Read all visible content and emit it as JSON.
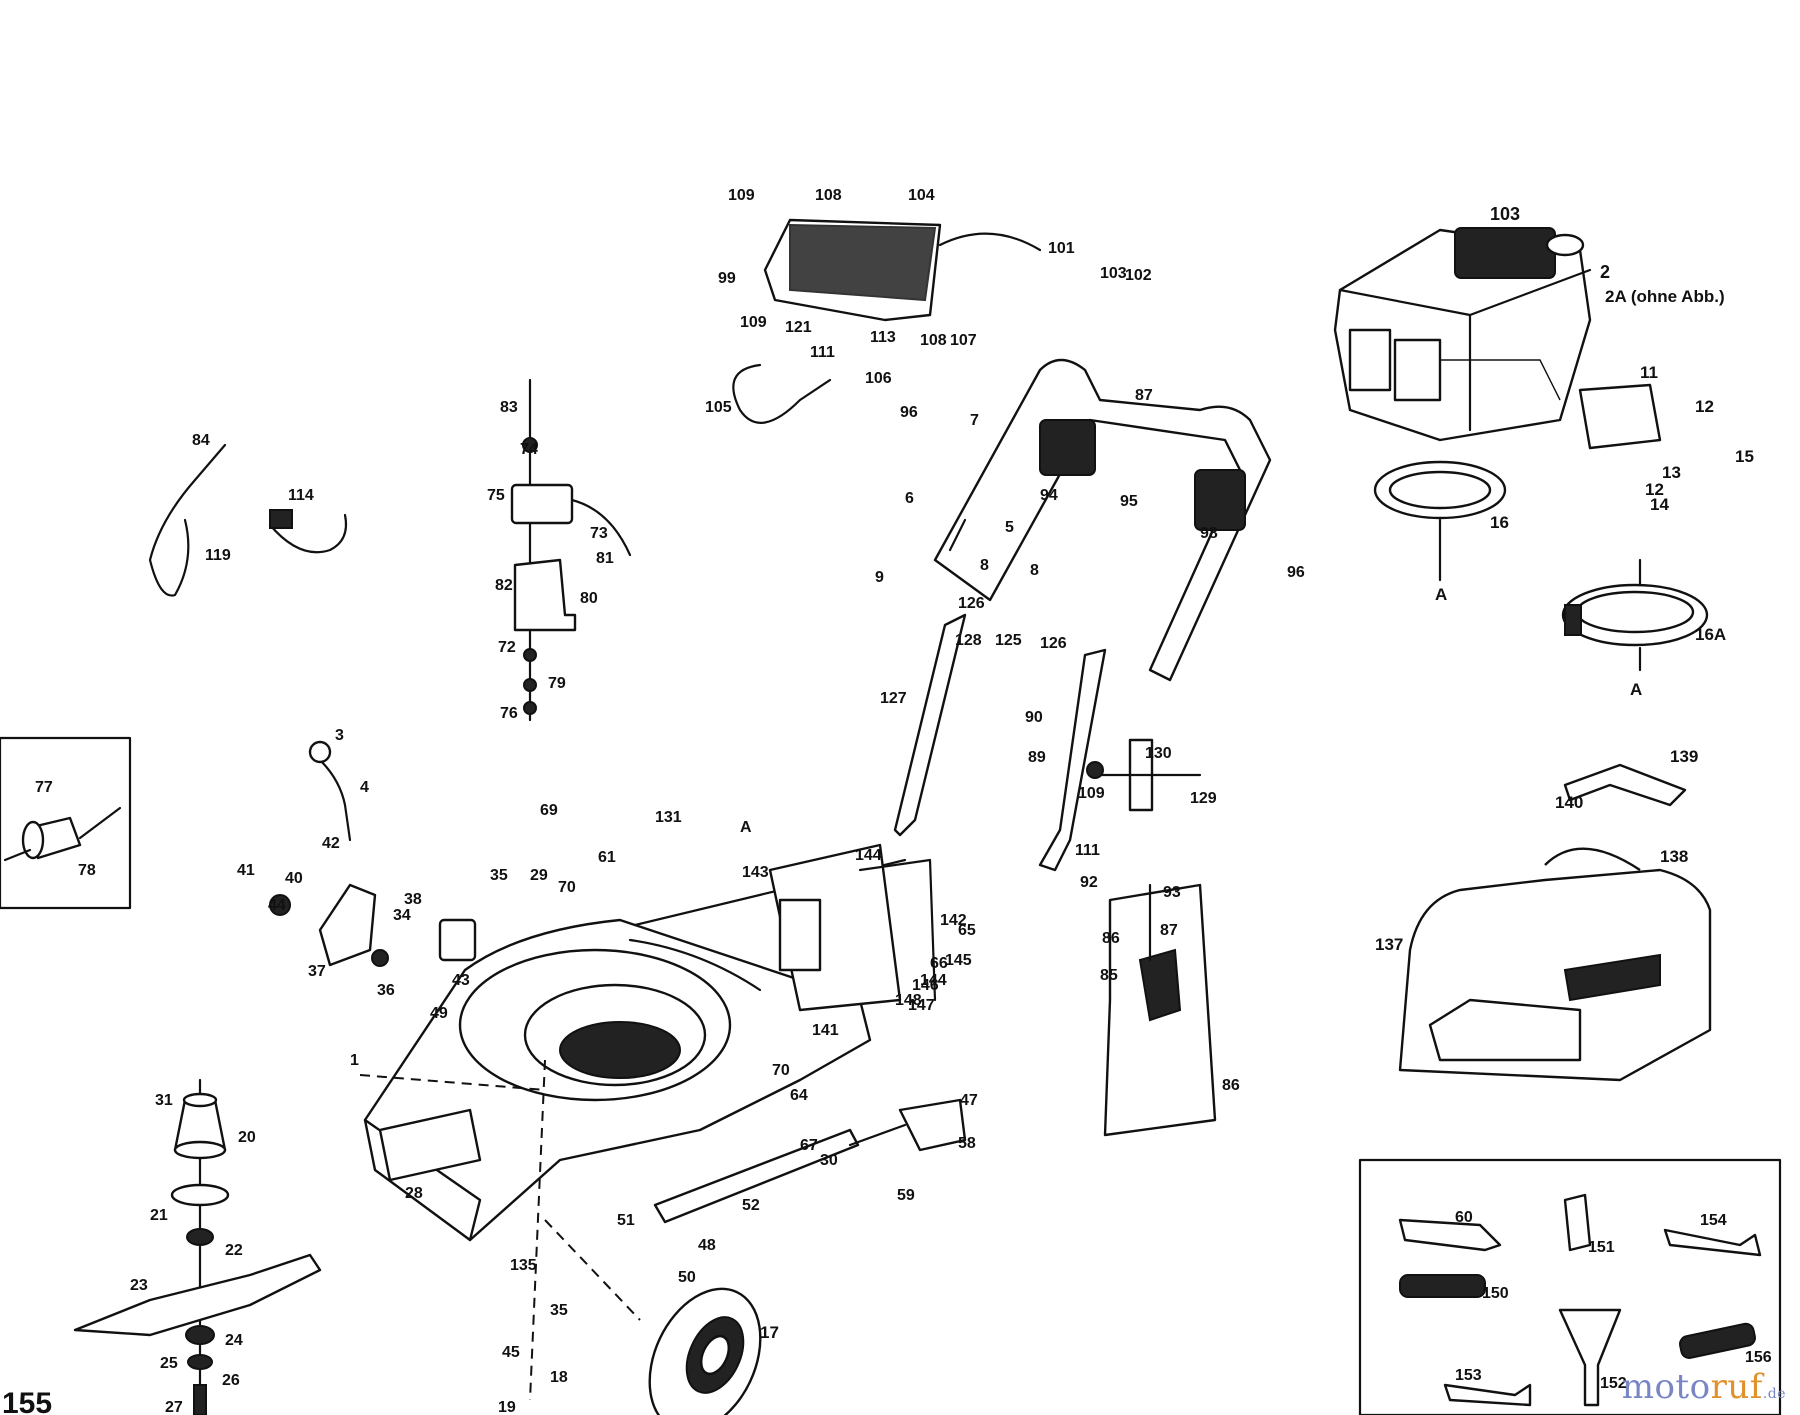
{
  "diagram": {
    "part_labels": [
      "103",
      "2",
      "2A (ohne Abb.)",
      "11",
      "12",
      "15",
      "12",
      "13",
      "14",
      "16",
      "A",
      "16A",
      "A",
      "139",
      "140",
      "138",
      "137",
      "109",
      "108",
      "104",
      "101",
      "103",
      "102",
      "99",
      "105",
      "109",
      "121",
      "111",
      "113",
      "108",
      "107",
      "106",
      "87",
      "94",
      "95",
      "96",
      "98",
      "96",
      "7",
      "6",
      "5",
      "8",
      "8",
      "9",
      "126",
      "128",
      "125",
      "126",
      "127",
      "90",
      "89",
      "130",
      "109",
      "129",
      "111",
      "92",
      "93",
      "87",
      "86",
      "85",
      "86",
      "84",
      "119",
      "114",
      "83",
      "74",
      "75",
      "73",
      "81",
      "82",
      "80",
      "72",
      "79",
      "76",
      "77",
      "78",
      "3",
      "4",
      "42",
      "41",
      "40",
      "44",
      "37",
      "38",
      "36",
      "34",
      "43",
      "35",
      "29",
      "70",
      "69",
      "61",
      "131",
      "A",
      "143",
      "144",
      "142",
      "65",
      "66",
      "144",
      "145",
      "146",
      "147",
      "148",
      "141",
      "70",
      "64",
      "67",
      "47",
      "58",
      "59",
      "30",
      "52",
      "51",
      "48",
      "50",
      "49",
      "1",
      "31",
      "20",
      "21",
      "22",
      "23",
      "24",
      "25",
      "26",
      "27",
      "28",
      "135",
      "35",
      "45",
      "18",
      "19",
      "17",
      "60",
      "151",
      "154",
      "150",
      "153",
      "152",
      "156",
      "155",
      "A 2"
    ]
  },
  "watermark": {
    "brand_part1": "moto",
    "brand_part2": "ruf",
    "tld": ".de"
  }
}
